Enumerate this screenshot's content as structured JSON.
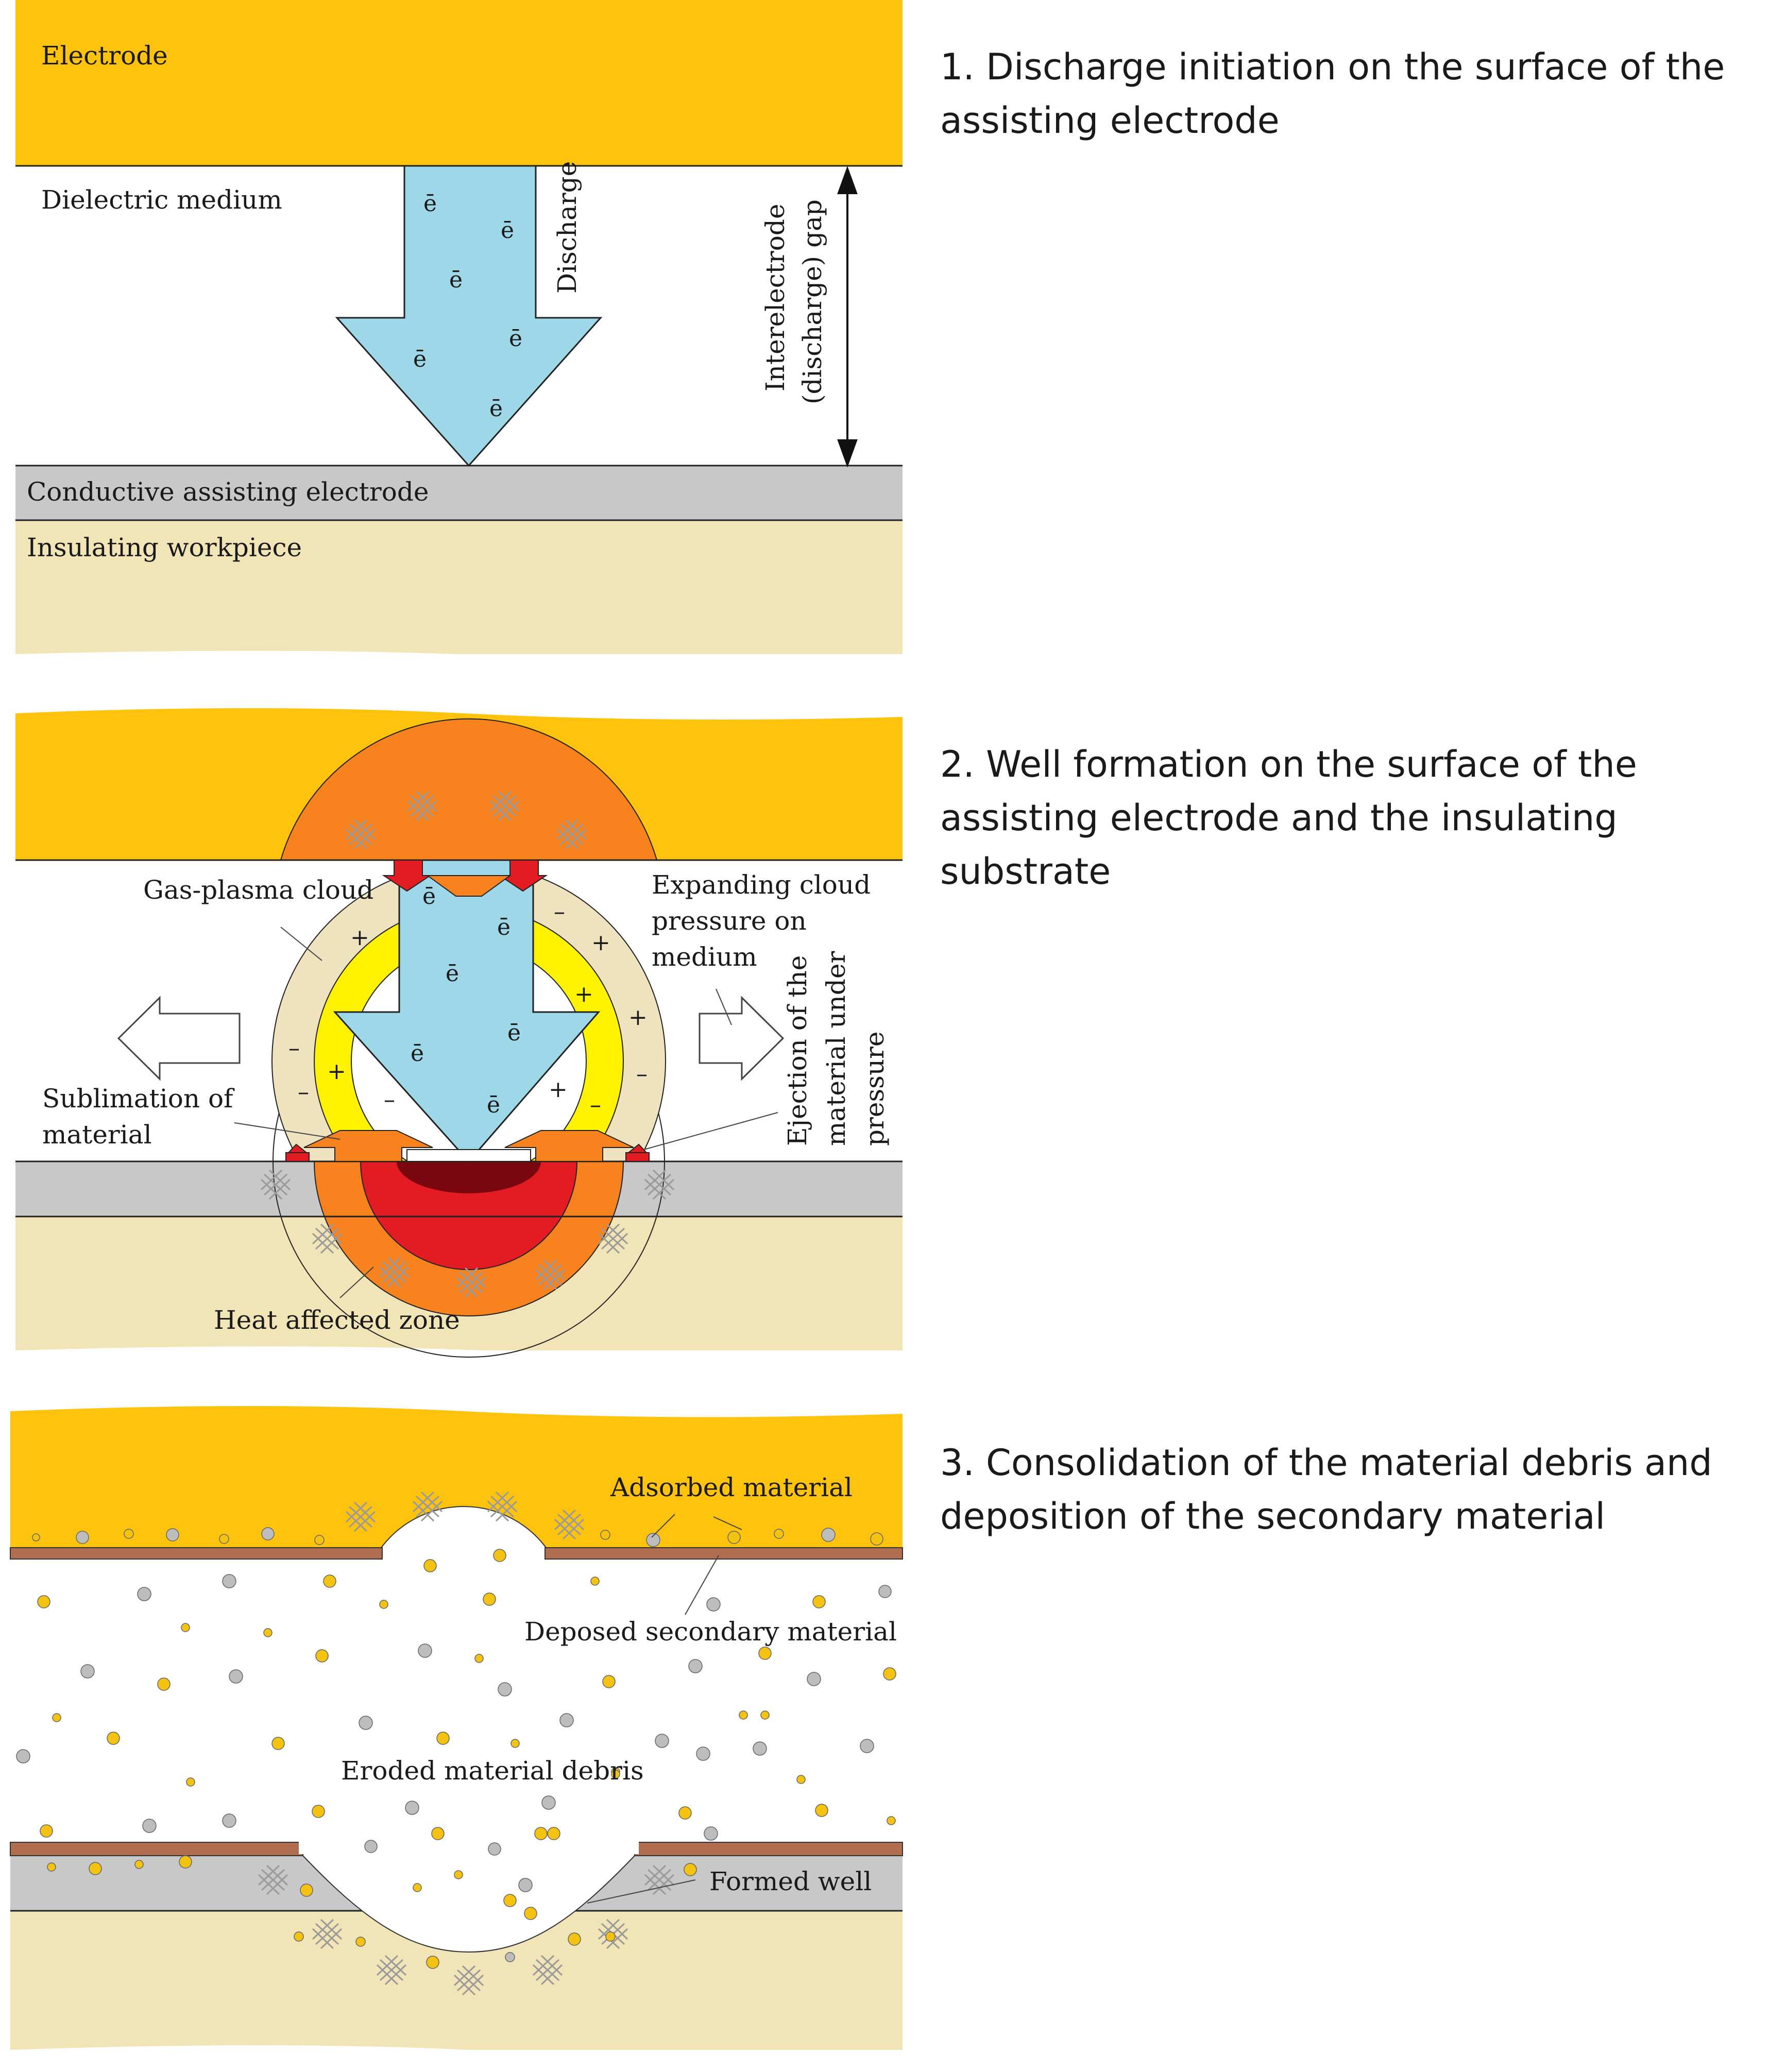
{
  "colors": {
    "electrode": "#FFC30E",
    "assisting_electrode": "#C8C8C8",
    "workpiece": "#F1E4B7",
    "discharge": "#9ED8E8",
    "plasma_outer": "#EFE2BF",
    "plasma_inner": "#FFF200",
    "heat_orange": "#F7821E",
    "heat_red": "#E31B23",
    "heat_core": "#7A0710",
    "secondary_material": "#B06E4E",
    "debris_gold": "#F4C211",
    "debris_grey": "#BDBDBD"
  },
  "captions": {
    "step1": "1.  Discharge initiation on the surface of the assisting electrode",
    "step2": "2. Well formation on the surface of the assisting electrode and the insulating substrate",
    "step3": "3. Consolidation of the material debris and deposition of the secondary material"
  },
  "panel1": {
    "electrode": "Electrode",
    "dielectric": "Dielectric medium",
    "discharge": "Discharge",
    "gap_line1": "Interelectrode",
    "gap_line2": "(discharge) gap",
    "assisting": "Conductive assisting electrode",
    "workpiece": "Insulating workpiece",
    "electron": "ē"
  },
  "panel2": {
    "cloud": "Gas-plasma cloud",
    "pressure_line1": "Expanding cloud",
    "pressure_line2": "pressure on",
    "pressure_line3": "medium",
    "sublimation_line1": "Sublimation of",
    "sublimation_line2": "material",
    "ejection_line1": "Ejection of the",
    "ejection_line2": "material  under",
    "ejection_line3": "pressure",
    "haz": "Heat affected zone",
    "plus": "+",
    "minus": "–"
  },
  "panel3": {
    "adsorbed": "Adsorbed material",
    "deposed": "Deposed secondary  material",
    "debris": "Eroded material debris",
    "well": "Formed well"
  }
}
